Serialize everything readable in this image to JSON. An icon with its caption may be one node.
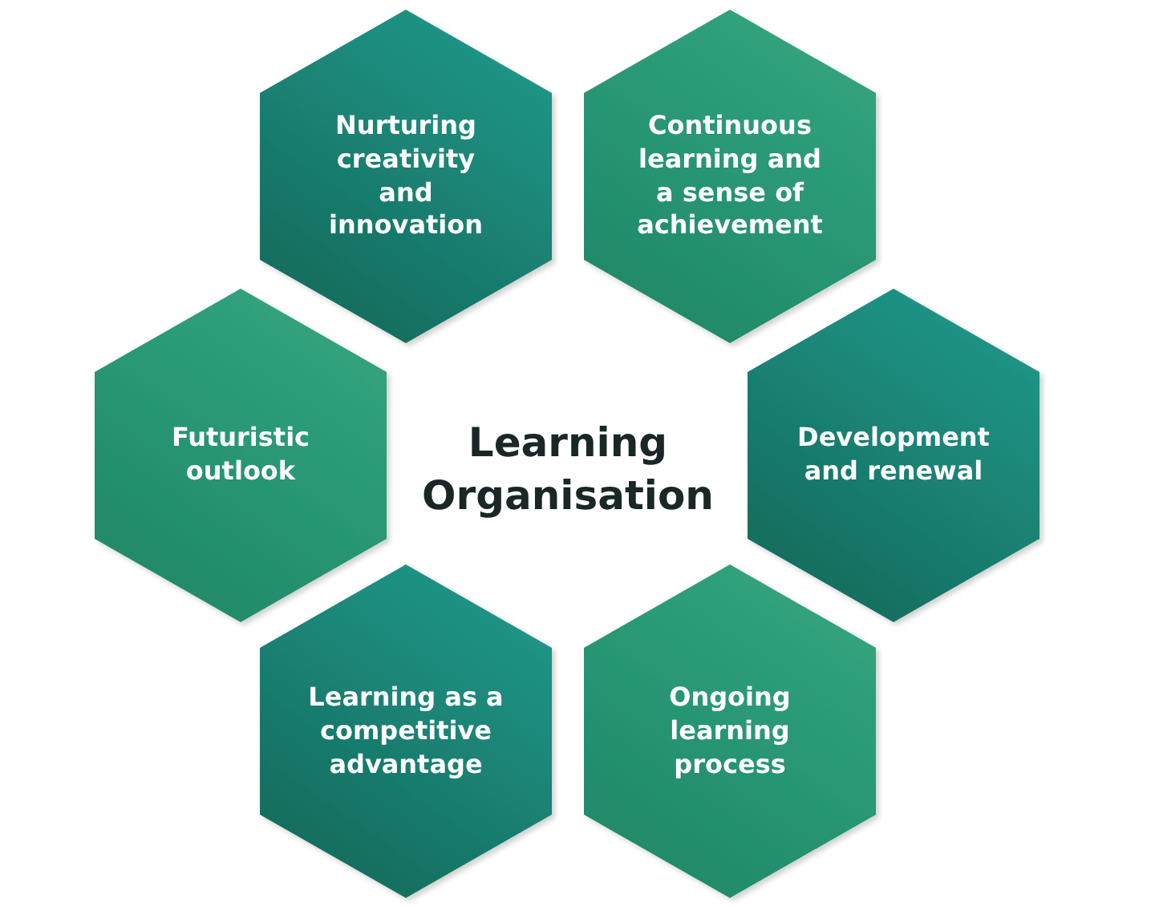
{
  "diagram": {
    "nodes": [
      {
        "text": [
          "Nurturing creativity and innovation"
        ]
      },
      {
        "text": [
          "Continuous learning and a sense of achievement"
        ]
      },
      {
        "text": [
          "Futuristic outlook"
        ]
      },
      {
        "text": [
          "Development and renewal"
        ]
      },
      {
        "text": [
          "Learning as a competitive advantage"
        ]
      },
      {
        "text": [
          "Ongoing learning process"
        ]
      }
    ],
    "edges": [],
    "labels": [
      "Learning Organisation"
    ]
  }
}
